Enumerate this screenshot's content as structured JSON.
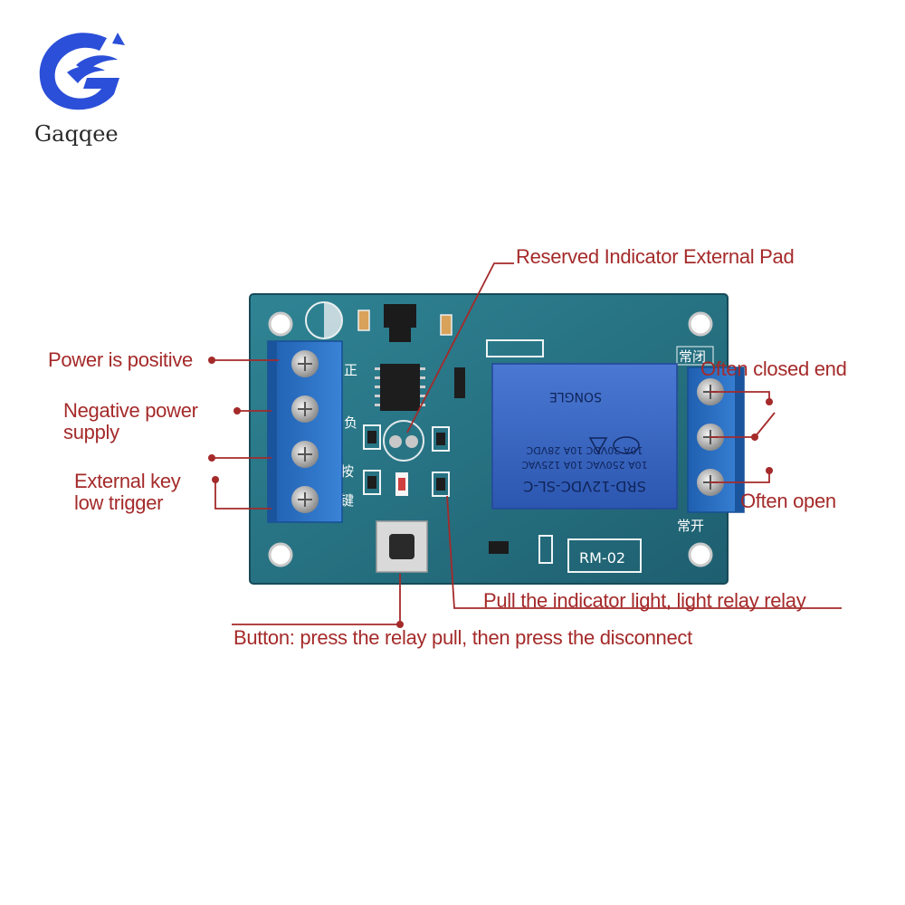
{
  "brand": {
    "name": "Gaqqee"
  },
  "labels": {
    "power_positive": "Power is positive",
    "negative_power_line1": "Negative power",
    "negative_power_line2": "supply",
    "external_key_line1": "External key",
    "external_key_line2": "low trigger",
    "reserved_pad": "Reserved Indicator External Pad",
    "often_closed": "Often closed end",
    "often_open": "Often open",
    "pull_indicator": "Pull the indicator light, light relay relay",
    "button": "Button: press the relay pull, then press the disconnect"
  },
  "board": {
    "silk_pos": "正",
    "silk_neg": "负",
    "silk_key1": "按",
    "silk_key2": "键",
    "silk_nc": "常闭",
    "silk_no": "常开",
    "model": "RM-02"
  },
  "relay": {
    "model": "SRD-12VDC-SL-C",
    "rating1": "10A 250VAC  10A 125VAC",
    "rating2": "10A 30VDC  10A 28VDC",
    "brand": "SONGLE"
  },
  "colors": {
    "label": "#a52a2a",
    "board": "#2f7c8d",
    "terminal": "#2f6fc0",
    "relay": "#3a66c4"
  }
}
